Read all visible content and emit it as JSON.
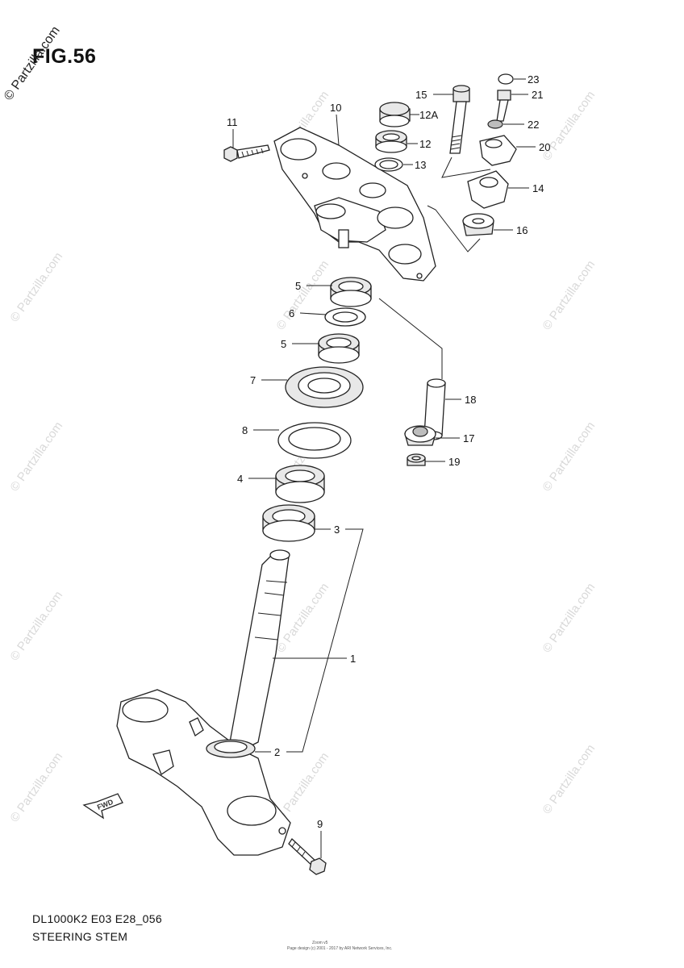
{
  "figure": {
    "title": "FIG.56",
    "watermark_text": "© Partzilla.com",
    "model_code": "DL1000K2 E03 E28_056",
    "section_name": "STEERING STEM",
    "fine_print_line1": "Zoom v5",
    "fine_print_line2": "Page design (c) 2001 - 2017 by ARI Network Services, Inc.",
    "fwd_label": "FWD"
  },
  "callouts": {
    "c1": "1",
    "c2": "2",
    "c3": "3",
    "c4": "4",
    "c5a": "5",
    "c5b": "5",
    "c6": "6",
    "c7": "7",
    "c8": "8",
    "c9": "9",
    "c10": "10",
    "c11": "11",
    "c12": "12",
    "c12A": "12A",
    "c13": "13",
    "c14": "14",
    "c15": "15",
    "c16": "16",
    "c17": "17",
    "c18": "18",
    "c19": "19",
    "c20": "20",
    "c21": "21",
    "c22": "22",
    "c23": "23"
  }
}
